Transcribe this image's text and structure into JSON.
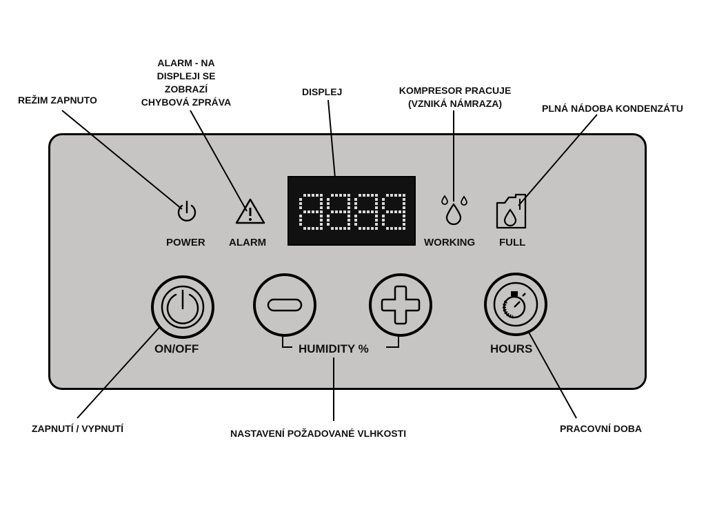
{
  "callouts": {
    "power_mode": "REŽIM ZAPNUTO",
    "alarm": "ALARM - NA\nDISPLEJI SE\nZOBRAZÍ\nCHYBOVÁ ZPRÁVA",
    "display": "DISPLEJ",
    "compressor": "KOMPRESOR PRACUJE\n(VZNIKÁ NÁMRAZA)",
    "tank_full": "PLNÁ NÁDOBA KONDENZÁTU",
    "on_off": "ZAPNUTÍ / VYPNUTÍ",
    "humidity_setting": "NASTAVENÍ POŽADOVANÉ VLHKOSTI",
    "working_time": "PRACOVNÍ DOBA"
  },
  "indicators": {
    "power": "POWER",
    "alarm": "ALARM",
    "working": "WORKING",
    "full": "FULL"
  },
  "buttons": {
    "on_off": "ON/OFF",
    "humidity": "HUMIDITY %",
    "hours": "HOURS"
  },
  "display": {
    "digits": "8888"
  },
  "colors": {
    "panel": "#c6c5c4",
    "display_bg": "#111111",
    "segment": "#d9d9d9"
  }
}
